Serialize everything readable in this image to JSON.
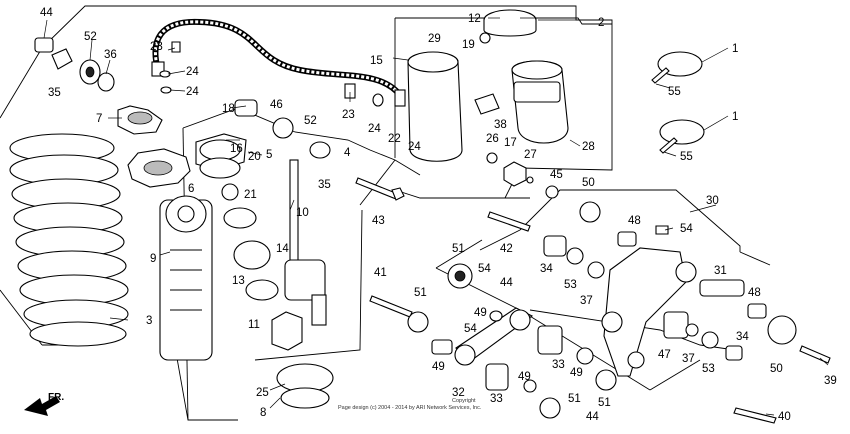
{
  "diagram": {
    "parts": [
      {
        "id": "p44a",
        "num": "44"
      },
      {
        "id": "p52a",
        "num": "52"
      },
      {
        "id": "p36",
        "num": "36"
      },
      {
        "id": "p23a",
        "num": "23"
      },
      {
        "id": "p24a",
        "num": "24"
      },
      {
        "id": "p35a",
        "num": "35"
      },
      {
        "id": "p24b",
        "num": "24"
      },
      {
        "id": "p7",
        "num": "7"
      },
      {
        "id": "p18",
        "num": "18"
      },
      {
        "id": "p46",
        "num": "46"
      },
      {
        "id": "p52b",
        "num": "52"
      },
      {
        "id": "p23b",
        "num": "23"
      },
      {
        "id": "p24c",
        "num": "24"
      },
      {
        "id": "p22",
        "num": "22"
      },
      {
        "id": "p24d",
        "num": "24"
      },
      {
        "id": "p15",
        "num": "15"
      },
      {
        "id": "p12",
        "num": "12"
      },
      {
        "id": "p2",
        "num": "2"
      },
      {
        "id": "p29",
        "num": "29"
      },
      {
        "id": "p19",
        "num": "19"
      },
      {
        "id": "p1a",
        "num": "1"
      },
      {
        "id": "p55a",
        "num": "55"
      },
      {
        "id": "p1b",
        "num": "1"
      },
      {
        "id": "p55b",
        "num": "55"
      },
      {
        "id": "p38",
        "num": "38"
      },
      {
        "id": "p26",
        "num": "26"
      },
      {
        "id": "p17",
        "num": "17"
      },
      {
        "id": "p27",
        "num": "27"
      },
      {
        "id": "p28",
        "num": "28"
      },
      {
        "id": "p16",
        "num": "16"
      },
      {
        "id": "p20",
        "num": "20"
      },
      {
        "id": "p5",
        "num": "5"
      },
      {
        "id": "p4",
        "num": "4"
      },
      {
        "id": "p35b",
        "num": "35"
      },
      {
        "id": "p6",
        "num": "6"
      },
      {
        "id": "p21",
        "num": "21"
      },
      {
        "id": "p10",
        "num": "10"
      },
      {
        "id": "p9",
        "num": "9"
      },
      {
        "id": "p14",
        "num": "14"
      },
      {
        "id": "p13",
        "num": "13"
      },
      {
        "id": "p11",
        "num": "11"
      },
      {
        "id": "p3",
        "num": "3"
      },
      {
        "id": "p43",
        "num": "43"
      },
      {
        "id": "p45",
        "num": "45"
      },
      {
        "id": "p50a",
        "num": "50"
      },
      {
        "id": "p30",
        "num": "30"
      },
      {
        "id": "p42",
        "num": "42"
      },
      {
        "id": "p48a",
        "num": "48"
      },
      {
        "id": "p54a",
        "num": "54"
      },
      {
        "id": "p51a",
        "num": "51"
      },
      {
        "id": "p54b",
        "num": "54"
      },
      {
        "id": "p44b",
        "num": "44"
      },
      {
        "id": "p34a",
        "num": "34"
      },
      {
        "id": "p53a",
        "num": "53"
      },
      {
        "id": "p37a",
        "num": "37"
      },
      {
        "id": "p31",
        "num": "31"
      },
      {
        "id": "p48b",
        "num": "48"
      },
      {
        "id": "p41",
        "num": "41"
      },
      {
        "id": "p51b",
        "num": "51"
      },
      {
        "id": "p49a",
        "num": "49"
      },
      {
        "id": "p54c",
        "num": "54"
      },
      {
        "id": "p33a",
        "num": "33"
      },
      {
        "id": "p49b",
        "num": "49"
      },
      {
        "id": "p47",
        "num": "47"
      },
      {
        "id": "p37b",
        "num": "37"
      },
      {
        "id": "p53b",
        "num": "53"
      },
      {
        "id": "p34b",
        "num": "34"
      },
      {
        "id": "p50b",
        "num": "50"
      },
      {
        "id": "p39",
        "num": "39"
      },
      {
        "id": "p49c",
        "num": "49"
      },
      {
        "id": "p32",
        "num": "32"
      },
      {
        "id": "p33b",
        "num": "33"
      },
      {
        "id": "p49d",
        "num": "49"
      },
      {
        "id": "p51c",
        "num": "51"
      },
      {
        "id": "p51d",
        "num": "51"
      },
      {
        "id": "p44c",
        "num": "44"
      },
      {
        "id": "p40",
        "num": "40"
      },
      {
        "id": "p25",
        "num": "25"
      },
      {
        "id": "p8",
        "num": "8"
      }
    ],
    "front_label": "FR.",
    "copyright": "Copyright\nPage design (c) 2004 - 2014 by ARI Network Services, Inc."
  }
}
